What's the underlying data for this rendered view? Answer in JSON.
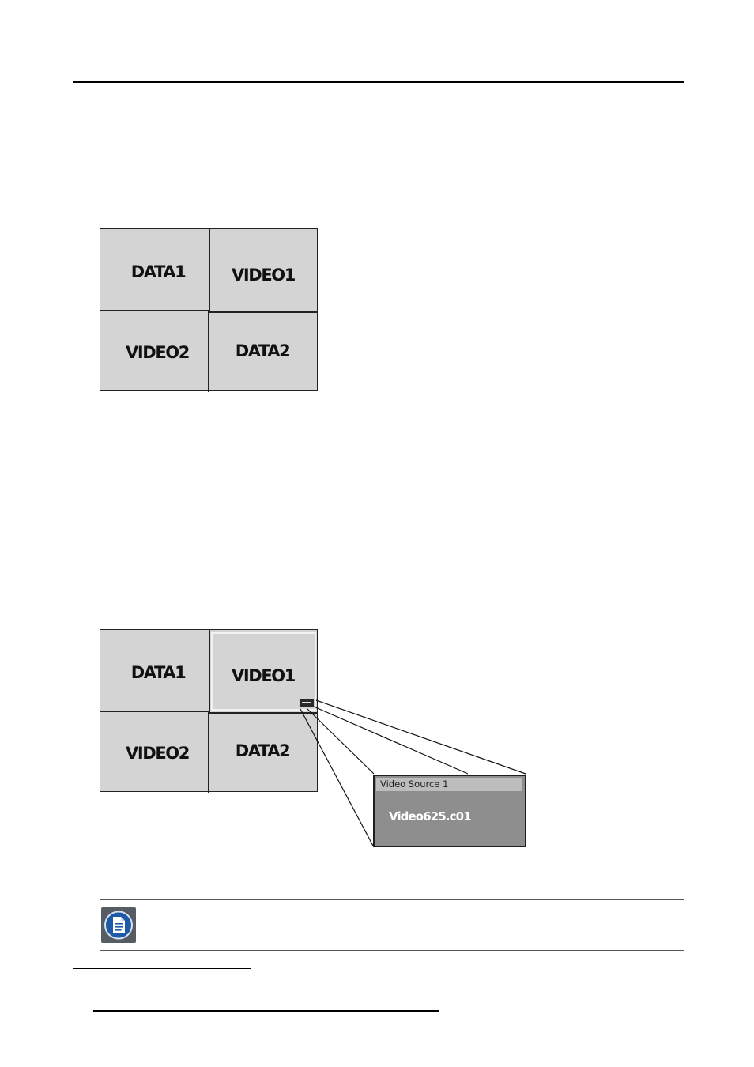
{
  "figure_1": {
    "cells": [
      {
        "label": "DATA1"
      },
      {
        "label": "VIDEO1"
      },
      {
        "label": "VIDEO2"
      },
      {
        "label": "DATA2"
      }
    ]
  },
  "figure_2": {
    "cells": [
      {
        "label": "DATA1"
      },
      {
        "label": "VIDEO1",
        "selected": true
      },
      {
        "label": "VIDEO2"
      },
      {
        "label": "DATA2"
      }
    ],
    "popup": {
      "title": "Video Source 1",
      "value": "Video625.c01"
    }
  },
  "note": {
    "icon": "note-document-icon",
    "color": "#1e5aa8"
  }
}
